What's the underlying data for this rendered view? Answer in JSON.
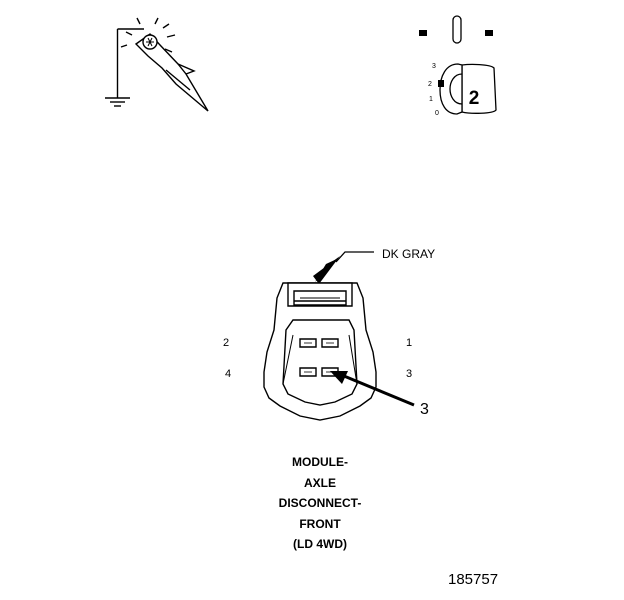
{
  "wire_color": "DK GRAY",
  "pins": {
    "p1": "1",
    "p2": "2",
    "p3": "3",
    "p4": "4"
  },
  "callout": "3",
  "key_switch": {
    "key_number": "2",
    "positions": [
      "3",
      "2",
      "1",
      "0"
    ]
  },
  "caption_lines": [
    "MODULE-",
    "AXLE",
    "DISCONNECT-",
    "FRONT",
    "(LD 4WD)"
  ],
  "figure_id": "185757",
  "icons": [
    "test-light-probe-icon",
    "ground-symbol-icon",
    "ignition-key-icon",
    "on-off-switch-icon"
  ]
}
